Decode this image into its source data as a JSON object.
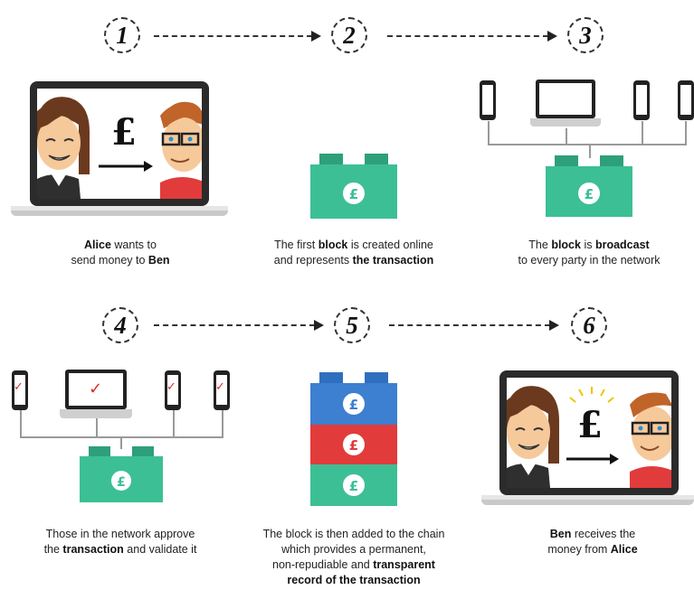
{
  "steps": {
    "s1": "1",
    "s2": "2",
    "s3": "3",
    "s4": "4",
    "s5": "5",
    "s6": "6"
  },
  "symbols": {
    "pound": "£",
    "check": "✓"
  },
  "captions": {
    "c1": {
      "l1_bold": "Alice",
      "l1_rest": " wants to",
      "l2": "send money to ",
      "l2_bold": "Ben"
    },
    "c2": {
      "l1": "The first ",
      "l1_bold": "block",
      "l1_rest": " is created online",
      "l2": "and represents ",
      "l2_bold": "the transaction"
    },
    "c3": {
      "l1": "The ",
      "l1_bold": "block",
      "l1_mid": " is ",
      "l1_bold2": "broadcast",
      "l2": "to every party in the network"
    },
    "c4": {
      "l1": "Those in the network approve",
      "l2": "the ",
      "l2_bold": "transaction",
      "l2_rest": " and validate it"
    },
    "c5": {
      "l1": "The block is then added to the chain",
      "l2": "which provides a permanent,",
      "l3": "non-repudiable and ",
      "l3_bold": "transparent",
      "l4_bold": "record of the transaction"
    },
    "c6": {
      "l1_bold": "Ben",
      "l1_rest": " receives the",
      "l2": "money from ",
      "l2_bold": "Alice"
    }
  },
  "colors": {
    "teal": "#3cbf95",
    "teal_dark": "#2e9f7b",
    "blue": "#3d7fd0",
    "red": "#e23b3b",
    "check_red": "#e02b2b",
    "shirt_red": "#e23b3b",
    "skin": "#f6c99b",
    "hair_alice": "#6b3a1e",
    "hair_ben": "#c0642a"
  },
  "icons": {
    "arrow": "dashed-arrow-right",
    "device": [
      "phone-icon",
      "laptop-icon"
    ],
    "block": "lego-block-icon"
  }
}
